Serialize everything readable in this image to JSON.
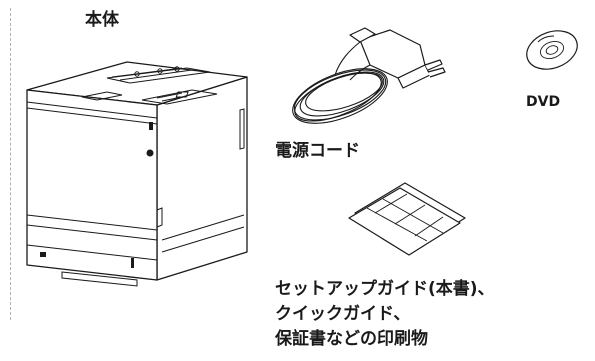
{
  "labels": {
    "main_unit": "本体",
    "dvd": "DVD",
    "power_cord": "電源コード",
    "printed_materials": [
      "セットアップガイド(本書)、",
      "クイックガイド、",
      "保証書などの印刷物"
    ]
  },
  "colors": {
    "line": "#1a1a1a",
    "fill": "#ffffff",
    "dash": "#b0b0b0"
  }
}
